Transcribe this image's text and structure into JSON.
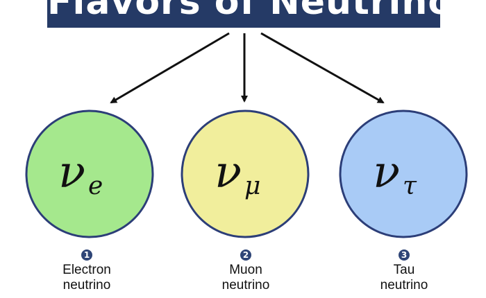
{
  "title": "Flavors of Neutrino",
  "colors": {
    "banner": "#253a66",
    "badge": "#2f4577",
    "circle_border": "#2c3e78"
  },
  "flavors": [
    {
      "number": "1",
      "symbol": "ν",
      "subscript": "e",
      "label_line1": "Electron",
      "label_line2": "neutrino",
      "fill": "#a5e88d"
    },
    {
      "number": "2",
      "symbol": "ν",
      "subscript": "μ",
      "label_line1": "Muon",
      "label_line2": "neutrino",
      "fill": "#f1ee9c"
    },
    {
      "number": "3",
      "symbol": "ν",
      "subscript": "τ",
      "label_line1": "Tau",
      "label_line2": "neutrino",
      "fill": "#a9cbf6"
    }
  ]
}
